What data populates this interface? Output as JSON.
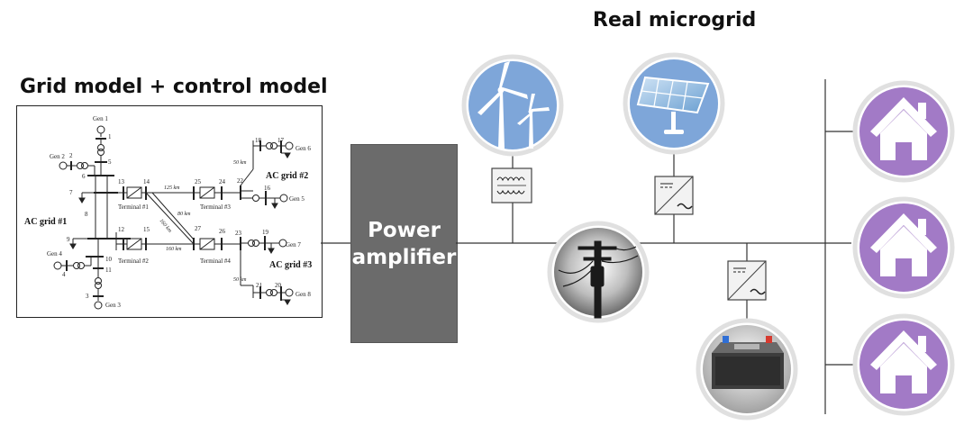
{
  "titles": {
    "left": "Grid model + control model",
    "right": "Real microgrid"
  },
  "amplifier": {
    "line1": "Power",
    "line2": "amplifier"
  },
  "grid_model": {
    "generators": [
      "Gen 1",
      "Gen 2",
      "Gen 3",
      "Gen 4",
      "Gen 5",
      "Gen 6",
      "Gen 7",
      "Gen 8"
    ],
    "buses": [
      "1",
      "2",
      "3",
      "4",
      "5",
      "6",
      "7",
      "8",
      "9",
      "10",
      "11",
      "12",
      "13",
      "14",
      "15",
      "16",
      "17",
      "18",
      "19",
      "20",
      "21",
      "22",
      "23",
      "24",
      "25",
      "26",
      "27"
    ],
    "grids": [
      "AC grid #1",
      "AC grid #2",
      "AC grid #3"
    ],
    "terminals": [
      "Terminal #1",
      "Terminal #2",
      "Terminal #3",
      "Terminal #4"
    ],
    "distances": [
      "125 km",
      "80 km",
      "160 km",
      "160 km",
      "50 km",
      "50 km"
    ]
  },
  "colors": {
    "amplifier": "#6b6b6b",
    "circle_ring": "#e6e6e6",
    "renewable_bg": "#7ea6d9",
    "house_bg": "#a27ac6",
    "line": "#333333"
  },
  "icons": [
    "wind-turbine-icon",
    "solar-panel-icon",
    "power-pole-icon",
    "battery-icon",
    "house-icon",
    "transformer-icon",
    "inverter-icon"
  ]
}
